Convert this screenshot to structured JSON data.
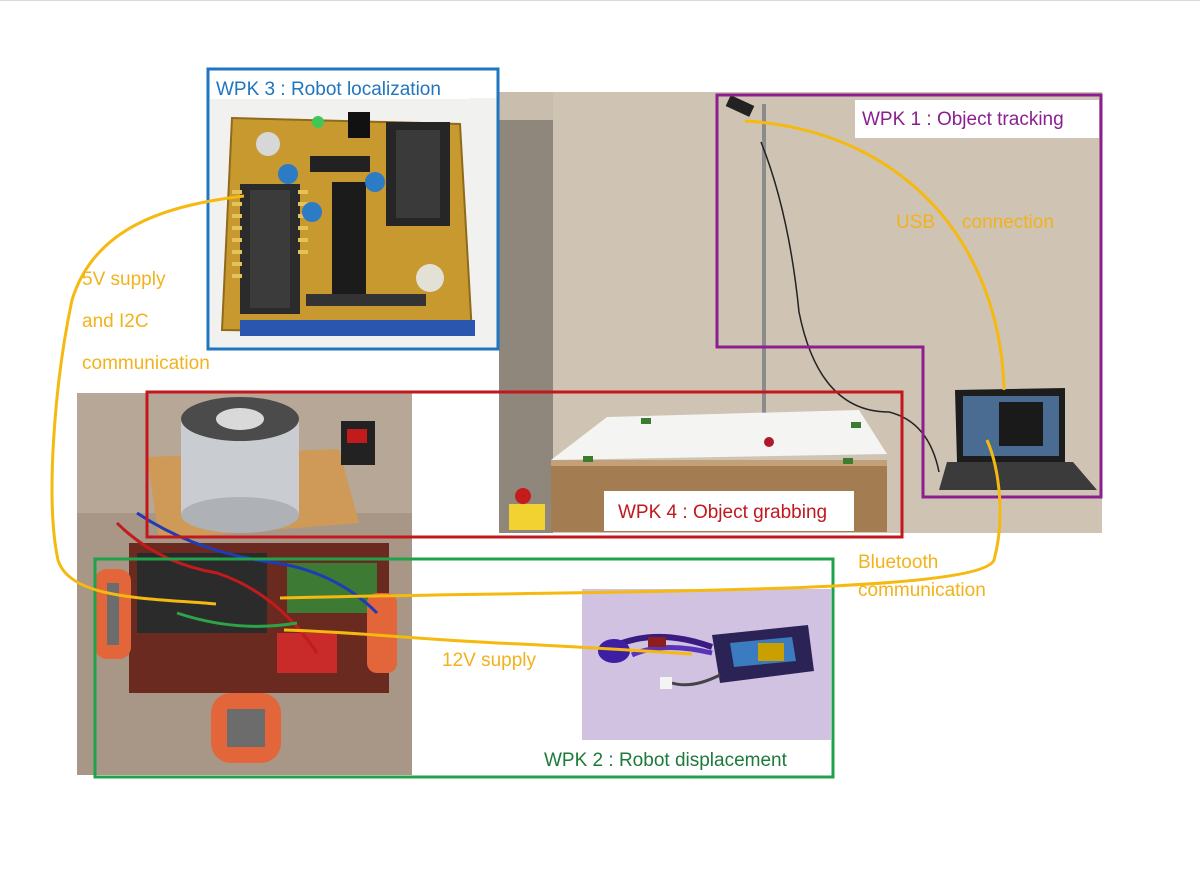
{
  "colors": {
    "wpk1": "#8b1f8f",
    "wpk2": "#21a14a",
    "wpk3": "#1f75bf",
    "wpk4": "#c2171d",
    "wire": "#f5b90f",
    "wire_label": "#f2b21b"
  },
  "wpk": {
    "wpk1": "WPK 1 : Object tracking",
    "wpk2": "WPK 2 :  Robot displacement",
    "wpk3": "WPK 3 : Robot localization",
    "wpk4": "WPK 4 : Object grabbing"
  },
  "connections": {
    "usb_a": "USB",
    "usb_b": "connection",
    "supply5v_1": "5V supply",
    "supply5v_2": "and I2C",
    "supply5v_3": "communication",
    "bt_1": "Bluetooth",
    "bt_2": "communication",
    "supply12v": "12V supply"
  }
}
